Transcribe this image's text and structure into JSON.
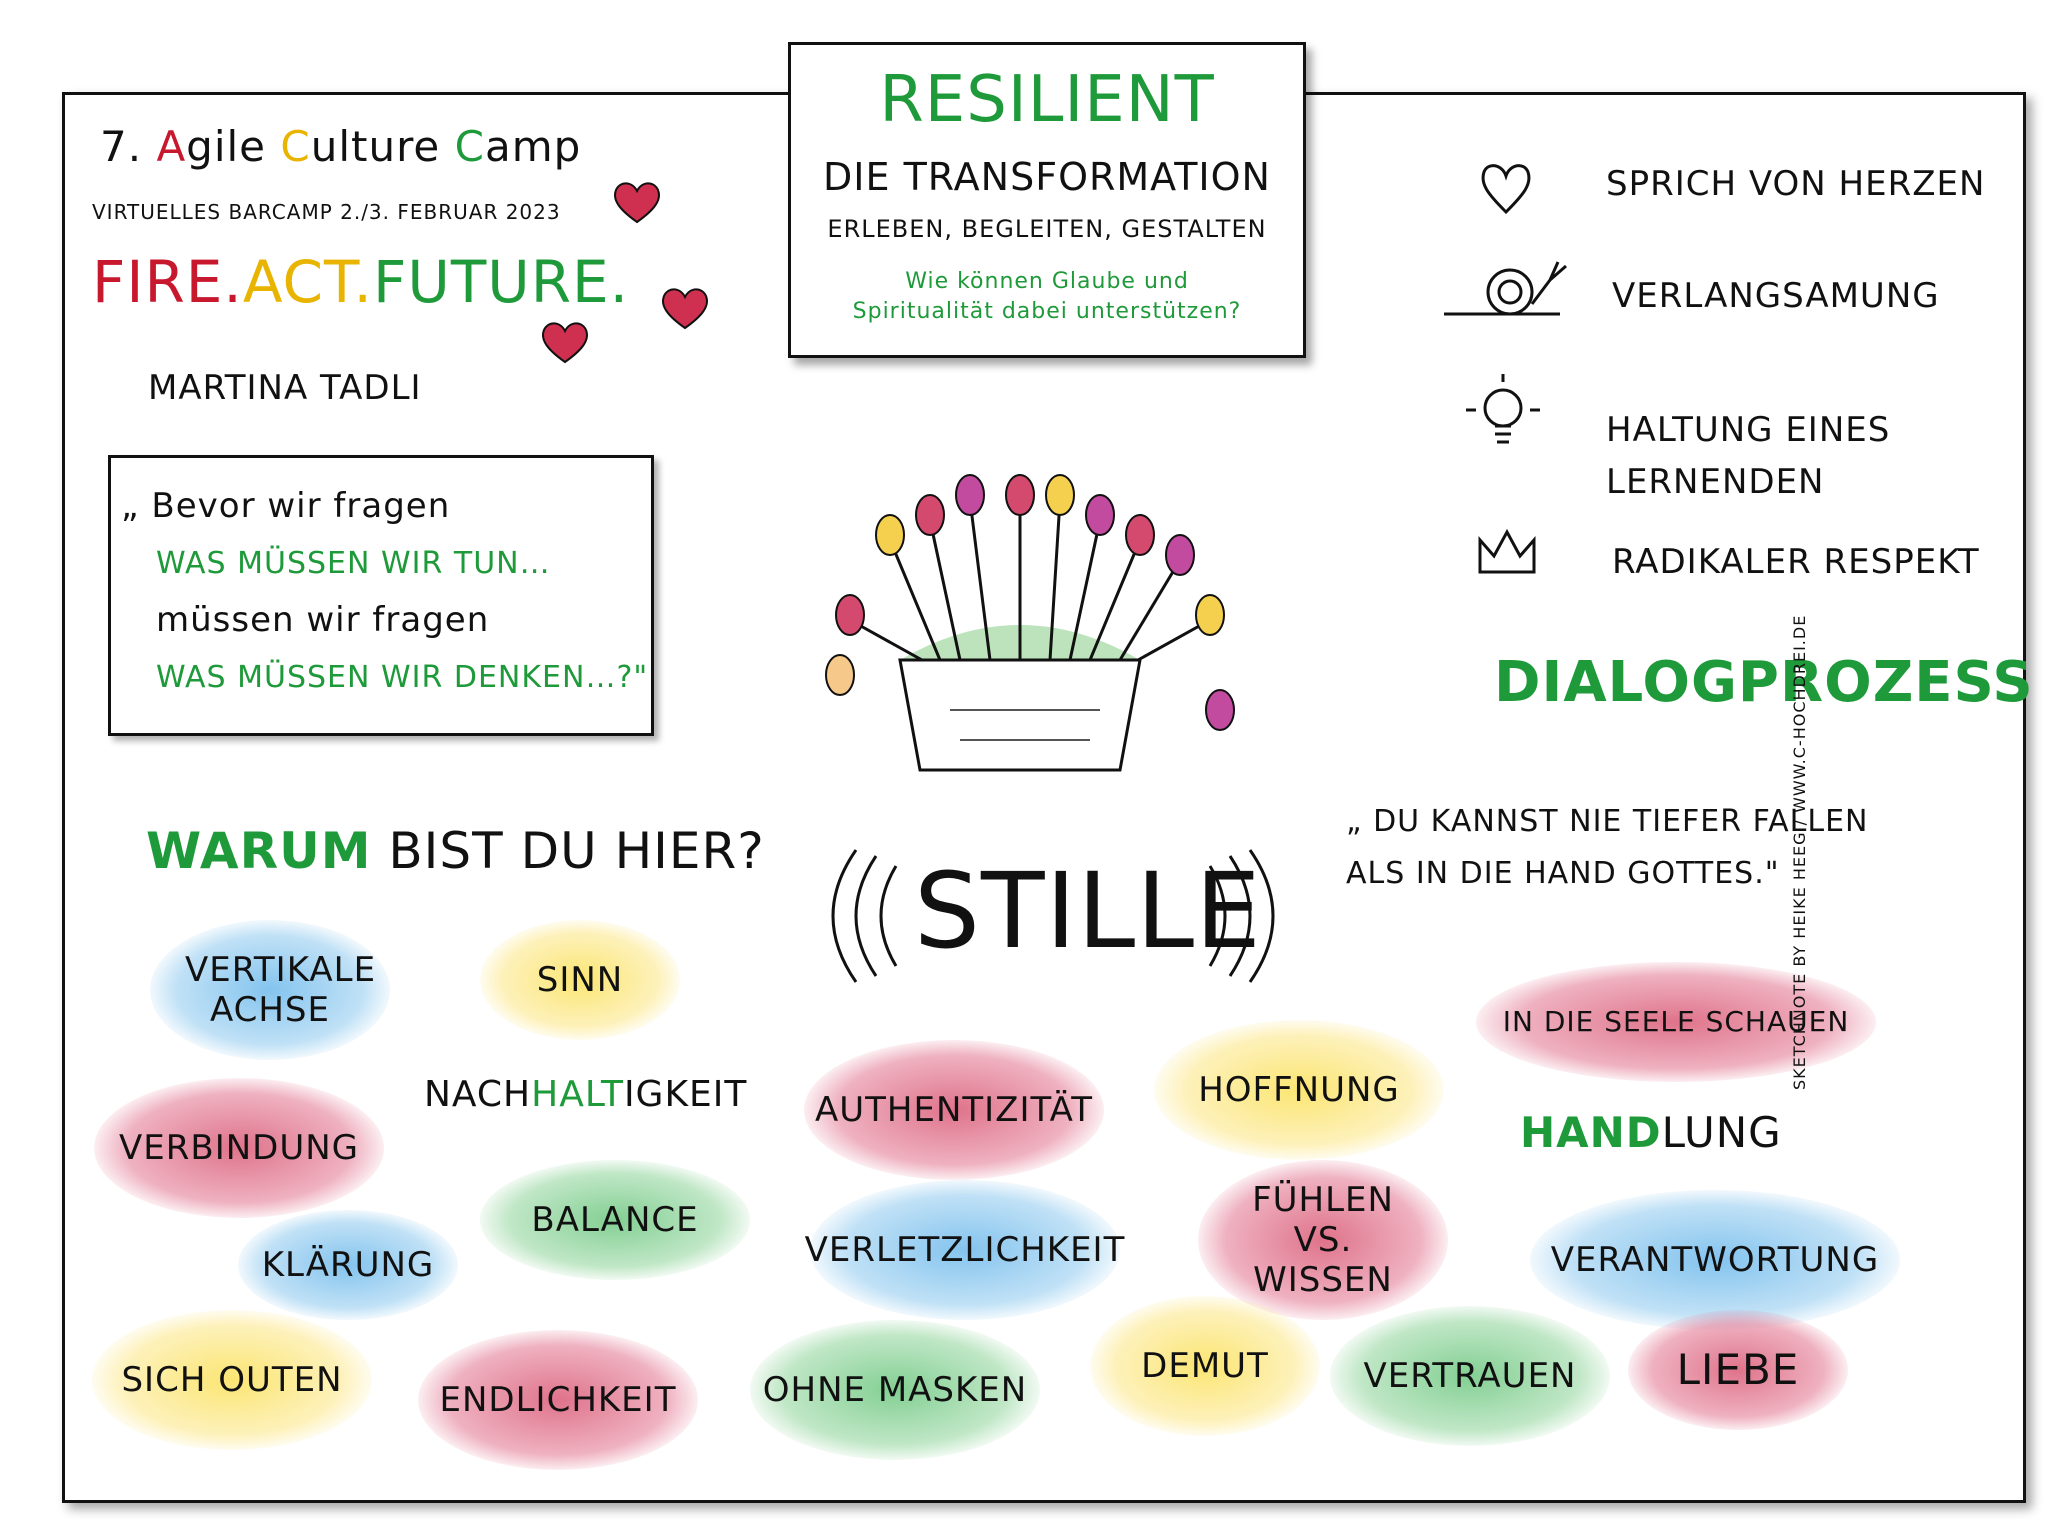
{
  "event": {
    "number": "7.",
    "word1_first": "A",
    "word1_rest": "gile",
    "word2_first": "C",
    "word2_rest": "ulture",
    "word3_first": "C",
    "word3_rest": "amp",
    "subtitle": "Virtuelles BarCamp   2./3. Februar 2023",
    "motto_fire": "FIRE.",
    "motto_act": "ACT.",
    "motto_future": "FUTURE.",
    "speaker": "Martina Tadli"
  },
  "title_card": {
    "headline": "Resilient",
    "line1": "Die Transformation",
    "line2": "Erleben, begleiten, gestalten",
    "question": "Wie können Glaube und Spiritualität dabei unterstützen?"
  },
  "quote_box": {
    "l1": "„ Bevor wir fragen",
    "l2": "Was müssen wir tun…",
    "l3": "müssen wir fragen",
    "l4": "Was müssen wir denken…?\""
  },
  "principles": [
    {
      "icon": "heart-outline-icon",
      "label": "Sprich von Herzen"
    },
    {
      "icon": "snail-icon",
      "label": "Verlangsamung"
    },
    {
      "icon": "lightbulb-icon",
      "label": "Haltung eines Lernenden"
    },
    {
      "icon": "crown-icon",
      "label": "Radikaler Respekt"
    }
  ],
  "dialog": "Dialogprozess",
  "god_quote": "„ Du kannst nie tiefer fallen als in die Hand Gottes.\"",
  "center_word": "Stille",
  "why": {
    "warum": "Warum",
    "rest": "bist du hier?"
  },
  "nachhaltigkeit": {
    "a": "Nach",
    "b": "halt",
    "c": "igkeit"
  },
  "handlung": {
    "a": "Hand",
    "b": "lung"
  },
  "keywords": {
    "vertikale": "Vertikale Achse",
    "sinn": "Sinn",
    "verbindung": "Verbindung",
    "klaerung": "Klärung",
    "sich_outen": "Sich outen",
    "balance": "Balance",
    "endlichkeit": "Endlichkeit",
    "authentizitaet": "Authentizität",
    "verletzlichkeit": "Verletzlichkeit",
    "ohne_masken": "Ohne Masken",
    "hoffnung": "Hoffnung",
    "fuehlen": "Fühlen vs. Wissen",
    "demut": "Demut",
    "seele": "In die Seele schauen",
    "verantwortung": "Verantwortung",
    "vertrauen": "Vertrauen",
    "liebe": "Liebe"
  },
  "credit": "Sketchnote by Heike Heeg / www.c-hochdrei.de",
  "colors": {
    "red": "#c8182e",
    "yellow": "#e8b400",
    "green": "#1f9a3a"
  }
}
